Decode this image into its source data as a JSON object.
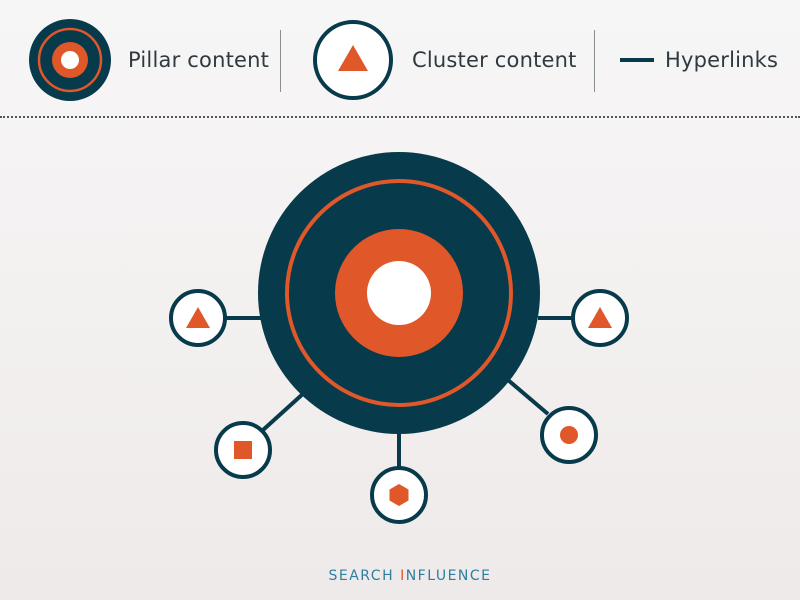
{
  "legend": {
    "pillar_label": "Pillar content",
    "cluster_label": "Cluster content",
    "hyperlinks_label": "Hyperlinks"
  },
  "diagram": {
    "pillar_icon": "pillar-ring-icon",
    "clusters": [
      {
        "icon": "triangle-icon"
      },
      {
        "icon": "triangle-icon"
      },
      {
        "icon": "square-icon"
      },
      {
        "icon": "hexagon-icon"
      },
      {
        "icon": "circle-icon"
      }
    ]
  },
  "brand": {
    "left": "SEARCH ",
    "mid": "I",
    "right": "NFLUENCE"
  },
  "colors": {
    "navy": "#073a4a",
    "orange": "#e0572a",
    "white": "#ffffff"
  }
}
